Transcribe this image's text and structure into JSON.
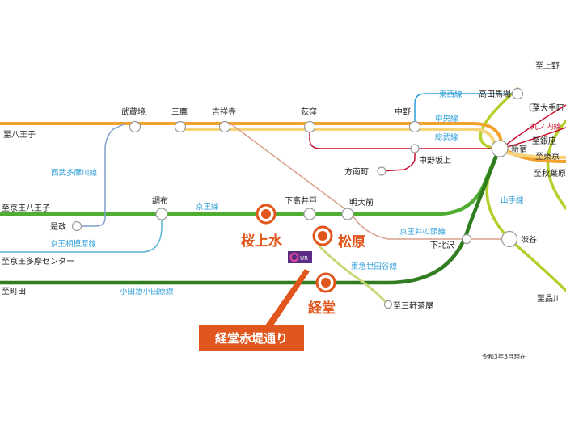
{
  "stations": {
    "hachioji": "至八王子",
    "musashisakai": "武蔵境",
    "mitaka": "三鷹",
    "kichijoji": "吉祥寺",
    "ogikubo": "荻窪",
    "nakano": "中野",
    "takadanobaba": "高田馬場",
    "shinjuku": "新宿",
    "ueno": "至上野",
    "otemachi": "至大手町",
    "ginza": "至銀座",
    "tokyo": "至東京",
    "akihabara": "至秋葉原",
    "nakanosakaue": "中野坂上",
    "honancho": "方南町",
    "keio_hachioji": "至京王八王子",
    "chofu": "調布",
    "shimotakaido": "下高井戸",
    "meidaimae": "明大前",
    "koremasa": "是政",
    "shimokitazawa": "下北沢",
    "shibuya": "渋谷",
    "tama_center": "至京王多摩センター",
    "machida": "至町田",
    "shinagawa": "至品川",
    "sangenjaya": "至三軒茶屋"
  },
  "lines": {
    "tozai": "東西線",
    "chuo": "中央線",
    "sobu": "総武線",
    "marunouchi": "丸ノ内線",
    "seibu_tamagawa": "西武多摩川線",
    "keio": "京王線",
    "yamanote": "山手線",
    "inokashira": "京王井の頭線",
    "sagamihara": "京王相模原線",
    "setagaya": "東急世田谷線",
    "odakyu": "小田急小田原線"
  },
  "featured": {
    "sakurajosui": "桜上水",
    "matsubara": "松原",
    "kyodo": "経堂"
  },
  "destination": "経堂赤堤通り",
  "logo_text": "UR",
  "note": "令和3年3月現在",
  "colors": {
    "chuo": "#f2a22f",
    "sobu": "#f7d37a",
    "tozai": "#2f9fd8",
    "marunouchi": "#c8102e",
    "keio": "#4fae32",
    "odakyu": "#2f7d1f",
    "yamanote": "#b5cf2c",
    "inokashira": "#d9a08b",
    "seibu": "#7f9fc9",
    "sagamihara": "#58b3d3",
    "setagaya": "#c9d97a",
    "accent": "#e0561c"
  }
}
